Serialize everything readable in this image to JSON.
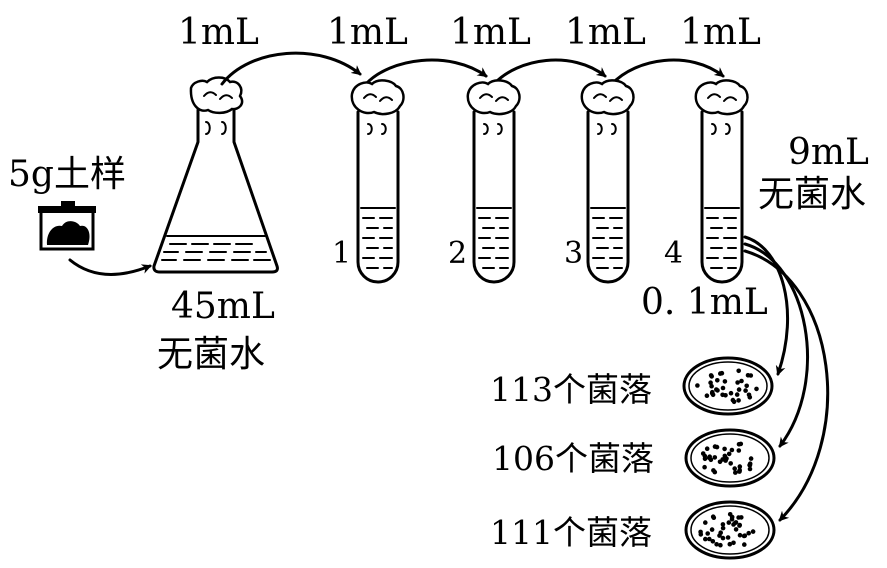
{
  "soil": {
    "label": "5g土样",
    "icon": "soil-container-icon"
  },
  "flask": {
    "volume_label": "45mL",
    "water_label": "无菌水"
  },
  "transfers": [
    {
      "label": "1mL"
    },
    {
      "label": "1mL"
    },
    {
      "label": "1mL"
    },
    {
      "label": "1mL"
    },
    {
      "label": "1mL"
    }
  ],
  "tubes": [
    {
      "number": "1"
    },
    {
      "number": "2"
    },
    {
      "number": "3"
    },
    {
      "number": "4"
    }
  ],
  "tube_water": {
    "volume_label": "9mL",
    "water_label": "无菌水"
  },
  "plating": {
    "volume_label": "0. 1mL"
  },
  "plates": [
    {
      "count_label": "113个菌落",
      "colonies": 113
    },
    {
      "count_label": "106个菌落",
      "colonies": 106
    },
    {
      "count_label": "111个菌落",
      "colonies": 111
    }
  ]
}
